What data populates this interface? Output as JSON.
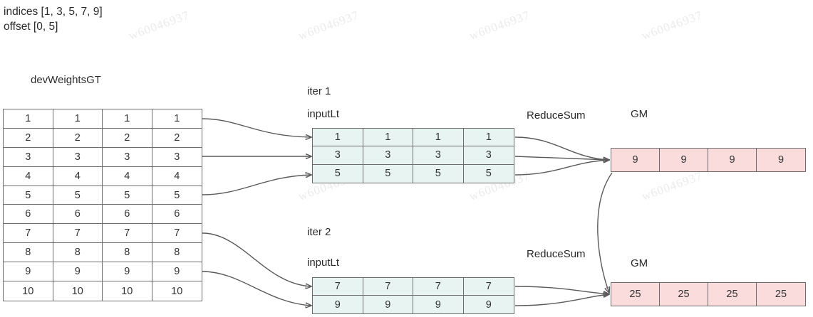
{
  "annotations": {
    "indices_line": "indices [1, 3, 5, 7, 9]",
    "offset_line": "offset [0, 5]"
  },
  "watermark": "w60046937",
  "labels": {
    "devweights": "devWeightsGT",
    "iter1": "iter 1",
    "iter2": "iter 2",
    "inputlt1": "inputLt",
    "inputlt2": "inputLt",
    "reducesum1": "ReduceSum",
    "reducesum2": "ReduceSum",
    "gm1": "GM",
    "gm2": "GM"
  },
  "colors": {
    "mint_fill": "#e7f4f1",
    "pink_fill": "#fadcdc",
    "border": "#6d6d6d",
    "edge": "#5a5a5a",
    "text": "#333333",
    "background": "#ffffff"
  },
  "tables": {
    "devweights": {
      "name": "devWeightsGT",
      "columns": 4,
      "rows": [
        [
          "1",
          "1",
          "1",
          "1"
        ],
        [
          "2",
          "2",
          "2",
          "2"
        ],
        [
          "3",
          "3",
          "3",
          "3"
        ],
        [
          "4",
          "4",
          "4",
          "4"
        ],
        [
          "5",
          "5",
          "5",
          "5"
        ],
        [
          "6",
          "6",
          "6",
          "6"
        ],
        [
          "7",
          "7",
          "7",
          "7"
        ],
        [
          "8",
          "8",
          "8",
          "8"
        ],
        [
          "9",
          "9",
          "9",
          "9"
        ],
        [
          "10",
          "10",
          "10",
          "10"
        ]
      ]
    },
    "inputlt_iter1": {
      "name": "inputLt",
      "columns": 4,
      "rows": [
        [
          "1",
          "1",
          "1",
          "1"
        ],
        [
          "3",
          "3",
          "3",
          "3"
        ],
        [
          "5",
          "5",
          "5",
          "5"
        ]
      ]
    },
    "inputlt_iter2": {
      "name": "inputLt",
      "columns": 4,
      "rows": [
        [
          "7",
          "7",
          "7",
          "7"
        ],
        [
          "9",
          "9",
          "9",
          "9"
        ]
      ]
    },
    "gm_iter1": {
      "name": "GM",
      "columns": 4,
      "rows": [
        [
          "9",
          "9",
          "9",
          "9"
        ]
      ]
    },
    "gm_iter2": {
      "name": "GM",
      "columns": 4,
      "rows": [
        [
          "25",
          "25",
          "25",
          "25"
        ]
      ]
    }
  }
}
